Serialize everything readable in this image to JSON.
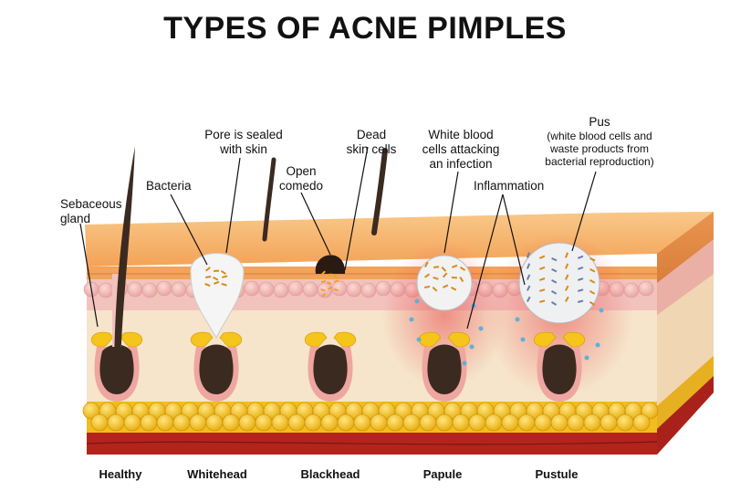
{
  "title": "TYPES OF ACNE PIMPLES",
  "labels": {
    "sebaceous_gland": [
      "Sebaceous",
      "gland"
    ],
    "bacteria": "Bacteria",
    "pore_sealed": [
      "Pore is sealed",
      "with skin"
    ],
    "open_comedo": [
      "Open",
      "comedo"
    ],
    "dead_skin": [
      "Dead",
      "skin cells"
    ],
    "white_blood": [
      "White blood",
      "cells attacking",
      "an infection"
    ],
    "inflammation": "Inflammation",
    "pus": [
      "Pus",
      "(white blood cells and",
      "waste products from",
      "bacterial reproduction)"
    ]
  },
  "types": [
    "Healthy",
    "Whitehead",
    "Blackhead",
    "Papule",
    "Pustule"
  ],
  "colors": {
    "epidermis_top": "#f6b26b",
    "epidermis_side": "#f3a35a",
    "dermis": "#f7e6cf",
    "pink_layer": "#f2b9b6",
    "fat": "#f7c928",
    "muscle": "#b5261e",
    "follicle": "#3b2a20",
    "gland": "#f5c51c",
    "inflamed": "#e84a4a"
  }
}
